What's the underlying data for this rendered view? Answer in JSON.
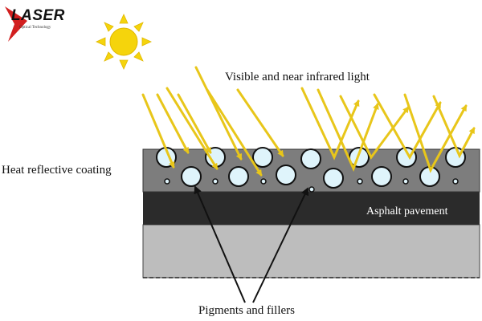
{
  "logo": {
    "word": "LASER",
    "subtitle": "Optical Technology"
  },
  "labels": {
    "light": "Visible and near infrared light",
    "coating": "Heat reflective coating",
    "asphalt": "Asphalt pavement",
    "pigments": "Pigments and fillers"
  },
  "colors": {
    "sun": "#F5D40C",
    "rays": "#E8C61A",
    "coating": "#7d7d7d",
    "asphalt": "#2b2b2b",
    "base": "#bdbdbd",
    "particle_fill": "#dff4fb",
    "logo_red": "#d21f1f"
  }
}
